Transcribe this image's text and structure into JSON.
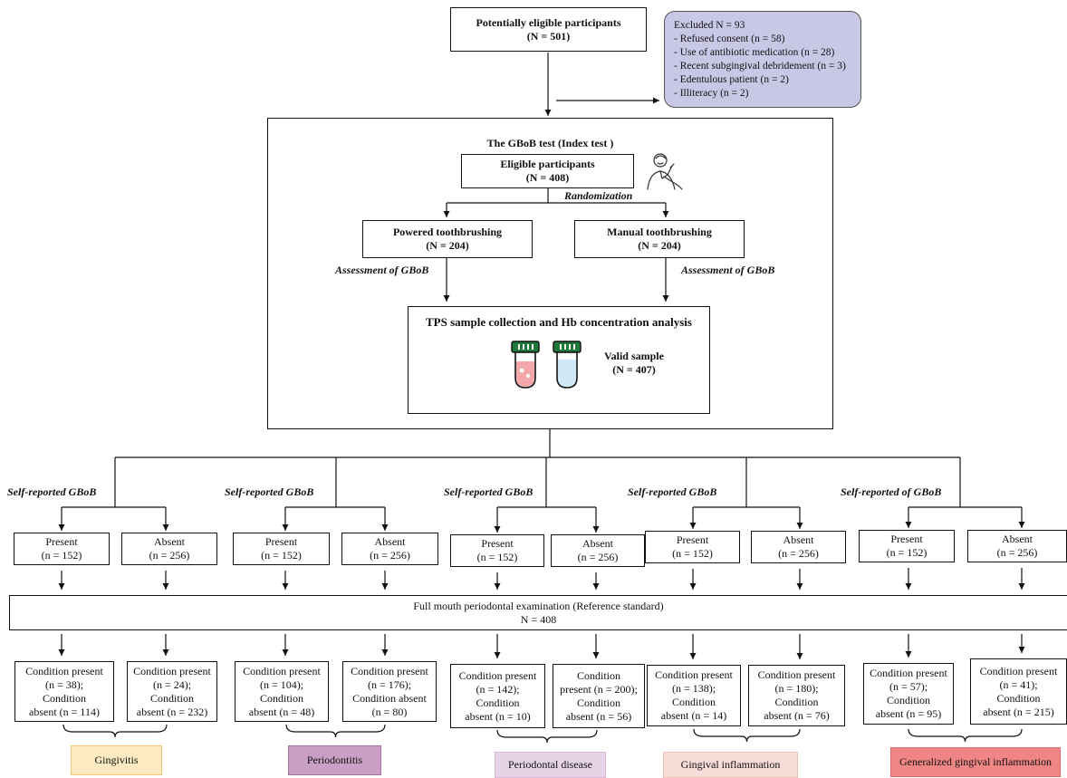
{
  "eligible_initial": {
    "title": "Potentially eligible participants",
    "n": "(N = 501)"
  },
  "excluded": {
    "header": "Excluded N = 93",
    "items": [
      "- Refused consent (n = 58)",
      "- Use of antibiotic medication (n = 28)",
      "- Recent subgingival debridement (n = 3)",
      "- Edentulous patient (n = 2)",
      "- Illiteracy (n = 2)"
    ]
  },
  "index_test": {
    "title": "The GBoB test (Index test )"
  },
  "eligible": {
    "title": "Eligible participants",
    "n": "(N = 408)"
  },
  "randomization": "Randomization",
  "powered": {
    "title": "Powered toothbrushing",
    "n": "(N = 204)"
  },
  "manual": {
    "title": "Manual toothbrushing",
    "n": "(N = 204)"
  },
  "assessment": "Assessment of GBoB",
  "tps": {
    "title": "TPS sample collection and Hb concentration analysis",
    "valid": "Valid sample",
    "valid_n": "(N = 407)"
  },
  "self_reported": [
    "Self-reported GBoB",
    "Self-reported GBoB",
    "Self-reported GBoB",
    "Self-reported GBoB",
    "Self-reported of GBoB"
  ],
  "present": {
    "label": "Present",
    "n": "(n = 152)"
  },
  "absent": {
    "label": "Absent",
    "n": "(n = 256)"
  },
  "reference": {
    "title": "Full mouth periodontal examination (Reference standard)",
    "n": "N = 408"
  },
  "conditions": [
    {
      "a": [
        "Condition present",
        "(n = 38);",
        "Condition",
        "absent (n = 114)"
      ],
      "b": [
        "Condition present",
        "(n = 24);",
        "Condition",
        "absent (n = 232)"
      ]
    },
    {
      "a": [
        "Condition present",
        "(n = 104);",
        "Condition",
        "absent (n = 48)"
      ],
      "b": [
        "Condition present",
        "(n = 176);",
        "Condition absent",
        "(n = 80)"
      ]
    },
    {
      "a": [
        "Condition present",
        "(n = 142);",
        "Condition",
        "absent (n = 10)"
      ],
      "b": [
        "Condition",
        "present (n = 200);",
        "Condition",
        "absent (n = 56)"
      ]
    },
    {
      "a": [
        "Condition present",
        "(n = 138);",
        "Condition",
        "absent (n = 14)"
      ],
      "b": [
        "Condition present",
        "(n = 180);",
        "Condition",
        "absent (n = 76)"
      ]
    },
    {
      "a": [
        "Condition present",
        "(n = 57);",
        "Condition",
        "absent (n = 95)"
      ],
      "b": [
        "Condition present",
        "(n = 41);",
        "Condition",
        "absent (n = 215)"
      ]
    }
  ],
  "outcomes": [
    {
      "label": "Gingivitis",
      "color": "#fde9c2",
      "border": "#f3c877"
    },
    {
      "label": "Periodontitis",
      "color": "#c9a0c3",
      "border": "#a66f9e"
    },
    {
      "label": "Periodontal disease",
      "color": "#e7d3e6",
      "border": "#d6b9d5"
    },
    {
      "label": "Gingival inflammation",
      "color": "#f8dcd8",
      "border": "#efc1bb"
    },
    {
      "label": "Generalized gingival inflammation",
      "color": "#ef8585",
      "border": "#e46a6a"
    }
  ],
  "icons": [
    "person-icon",
    "red-test-tube-icon",
    "blue-test-tube-icon"
  ]
}
